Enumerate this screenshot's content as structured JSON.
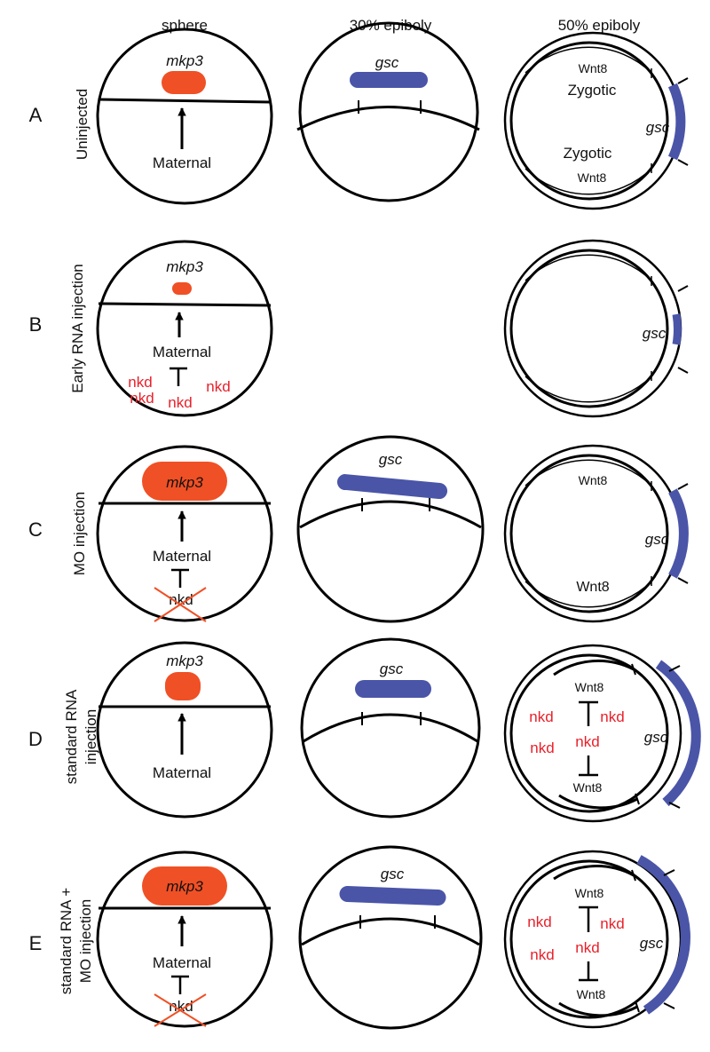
{
  "columns": {
    "sphere": "sphere",
    "epiboly30": "30% epiboly",
    "epiboly50": "50% epiboly"
  },
  "rows": {
    "A": {
      "letter": "A",
      "condition": "Uninjected"
    },
    "B": {
      "letter": "B",
      "condition": "Early RNA injection"
    },
    "C": {
      "letter": "C",
      "condition": "MO injection"
    },
    "D": {
      "letter": "D",
      "condition_line1": "standard RNA",
      "condition_line2": "injection"
    },
    "E": {
      "letter": "E",
      "condition_line1": "standard RNA +",
      "condition_line2": "MO injection"
    }
  },
  "labels": {
    "mkp3": "mkp3",
    "gsc": "gsc",
    "maternal": "Maternal",
    "zygotic": "Zygotic",
    "wnt8": "Wnt8",
    "nkd": "nkd"
  },
  "colors": {
    "mkp3_domain": "#f05025",
    "gsc_domain": "#4a55a8",
    "nkd_text": "#e8202a",
    "outline": "#000000"
  }
}
